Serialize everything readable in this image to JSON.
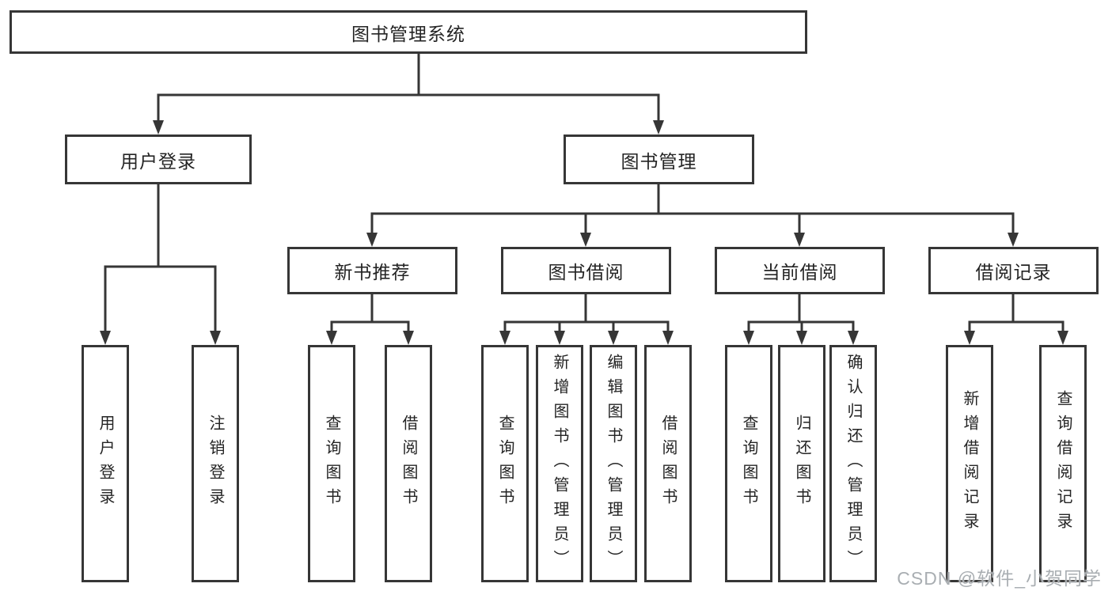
{
  "diagram": {
    "root": "图书管理系统",
    "branches": [
      {
        "label": "用户登录",
        "children": [
          "用户登录",
          "注销登录"
        ]
      },
      {
        "label": "图书管理"
      }
    ],
    "modules": [
      {
        "label": "新书推荐",
        "children": [
          "查询图书",
          "借阅图书"
        ]
      },
      {
        "label": "图书借阅",
        "children": [
          "查询图书",
          "新增图书（管理员）",
          "编辑图书（管理员）",
          "借阅图书"
        ]
      },
      {
        "label": "当前借阅",
        "children": [
          "查询图书",
          "归还图书",
          "确认归还（管理员）"
        ]
      },
      {
        "label": "借阅记录",
        "children": [
          "新增借阅记录",
          "查询借阅记录"
        ]
      }
    ]
  },
  "watermark": "CSDN @软件_小贺同学",
  "colors": {
    "line": "#363636",
    "box_border": "#363636",
    "text": "#242424",
    "background": "#ffffff",
    "watermark": "#a9aeb2"
  }
}
